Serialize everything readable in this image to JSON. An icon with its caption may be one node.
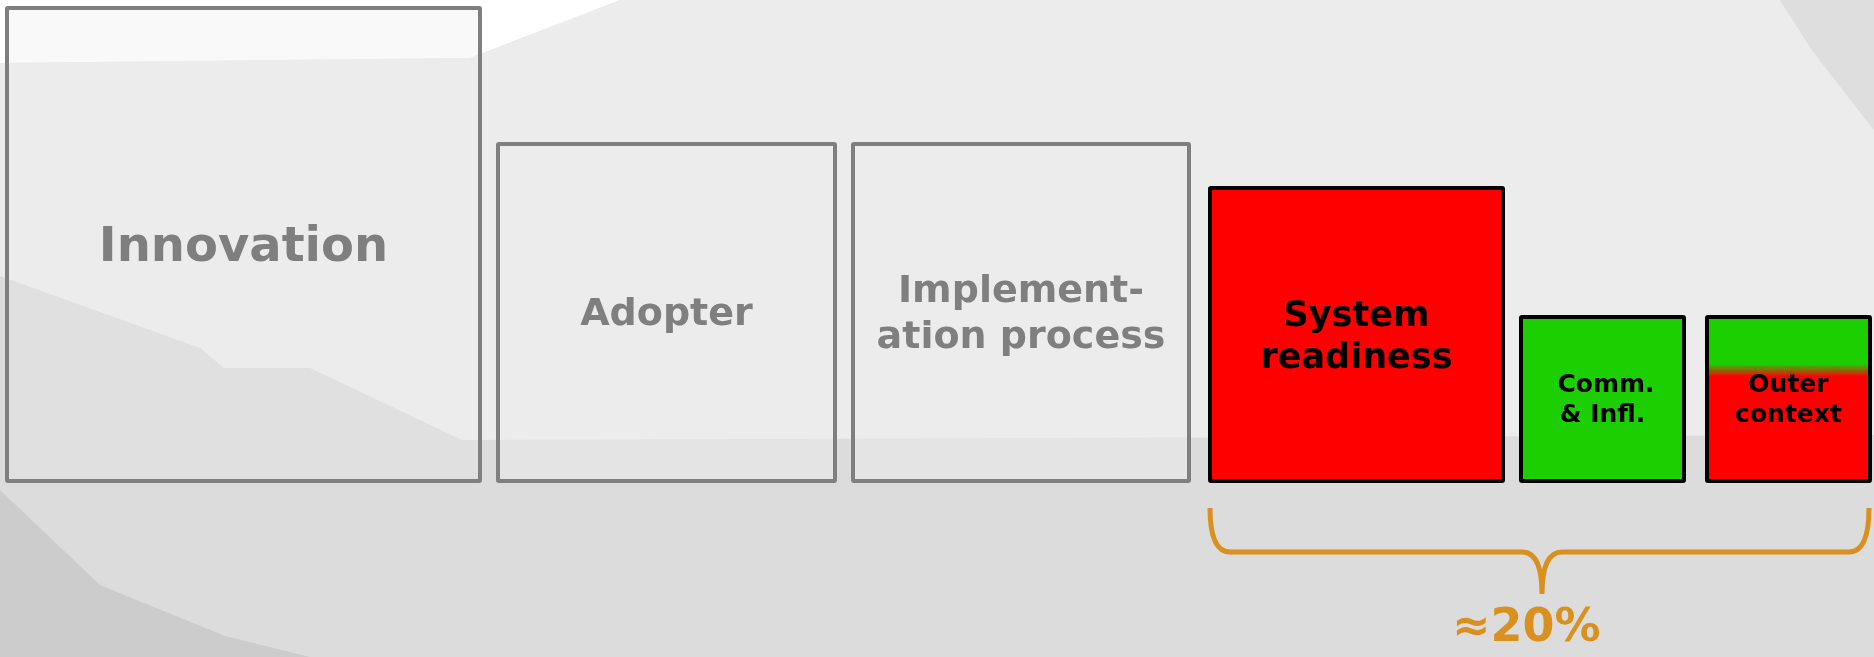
{
  "diagram": {
    "nodes": [
      {
        "text": [
          "Innovation"
        ]
      },
      {
        "text": [
          "Adopter"
        ]
      },
      {
        "text": [
          "Implement- ation process"
        ]
      },
      {
        "text": [
          "System readiness"
        ]
      },
      {
        "text": [
          "Comm. & Infl."
        ]
      },
      {
        "text": [
          "Outer context"
        ]
      }
    ],
    "labels": [
      "≈20%"
    ]
  }
}
